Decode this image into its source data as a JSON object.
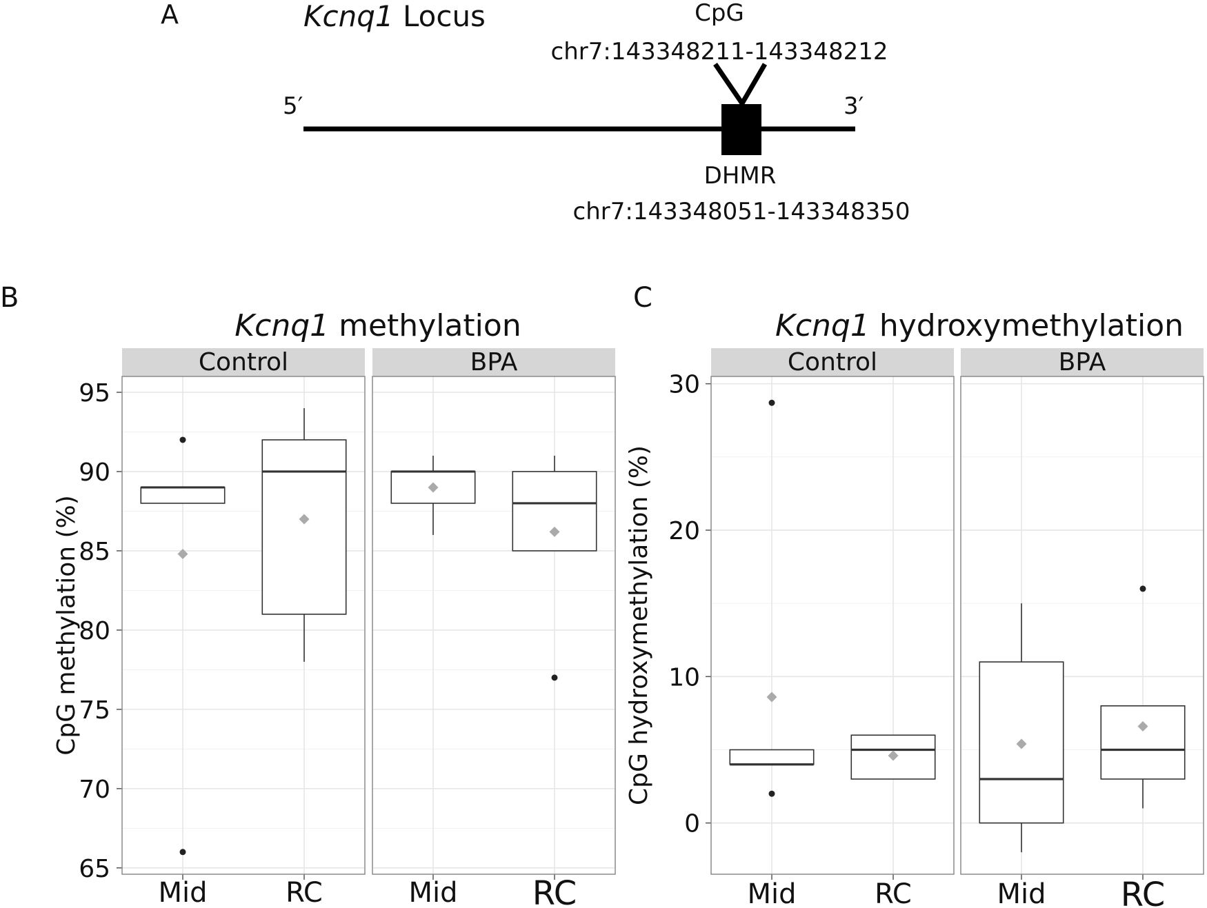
{
  "panel_a": {
    "letter": "A",
    "locus_gene": "Kcnq1",
    "locus_suffix": " Locus",
    "end5": "5′",
    "end3": "3′",
    "cpg_label": "CpG",
    "cpg_coords": "chr7:143348211-143348212",
    "dhmr_label": "DHMR",
    "dhmr_coords": "chr7:143348051-143348350"
  },
  "panel_b": {
    "letter": "B"
  },
  "panel_c": {
    "letter": "C"
  },
  "chart_data": [
    {
      "type": "boxplot",
      "title_italic": "Kcnq1",
      "title_rest": " methylation",
      "ylabel": "CpG methylation (%)",
      "ylim": [
        64.6,
        96.0
      ],
      "yticks": [
        65,
        70,
        75,
        80,
        85,
        90,
        95
      ],
      "grid": true,
      "facets": [
        {
          "name": "Control",
          "groups": [
            {
              "category": "Mid",
              "q1": 88,
              "median": 89,
              "q3": 89,
              "whisker_low": 88,
              "whisker_high": 89,
              "mean": 84.8,
              "outliers": [
                92,
                66
              ]
            },
            {
              "category": "RC",
              "q1": 81,
              "median": 90,
              "q3": 92,
              "whisker_low": 78,
              "whisker_high": 94,
              "mean": 87,
              "outliers": []
            }
          ]
        },
        {
          "name": "BPA",
          "groups": [
            {
              "category": "Mid",
              "q1": 88,
              "median": 90,
              "q3": 90,
              "whisker_low": 86,
              "whisker_high": 91,
              "mean": 89,
              "outliers": []
            },
            {
              "category": "RC",
              "q1": 85,
              "median": 88,
              "q3": 90,
              "whisker_low": 85,
              "whisker_high": 91,
              "mean": 86.2,
              "outliers": [
                77
              ]
            }
          ]
        }
      ]
    },
    {
      "type": "boxplot",
      "title_italic": "Kcnq1",
      "title_rest": " hydroxymethylation",
      "ylabel": "CpG hydroxymethylation (%)",
      "ylim": [
        -3.5,
        30.5
      ],
      "yticks": [
        0,
        10,
        20,
        30
      ],
      "grid": true,
      "facets": [
        {
          "name": "Control",
          "groups": [
            {
              "category": "Mid",
              "q1": 4,
              "median": 4,
              "q3": 5,
              "whisker_low": 4,
              "whisker_high": 5,
              "mean": 8.6,
              "outliers": [
                28.7,
                2
              ]
            },
            {
              "category": "RC",
              "q1": 3,
              "median": 5,
              "q3": 6,
              "whisker_low": 3,
              "whisker_high": 6,
              "mean": 4.6,
              "outliers": []
            }
          ]
        },
        {
          "name": "BPA",
          "groups": [
            {
              "category": "Mid",
              "q1": 0,
              "median": 3,
              "q3": 11,
              "whisker_low": -2,
              "whisker_high": 15,
              "mean": 5.4,
              "outliers": []
            },
            {
              "category": "RC",
              "q1": 3,
              "median": 5,
              "q3": 8,
              "whisker_low": 1,
              "whisker_high": 8,
              "mean": 6.6,
              "outliers": [
                16
              ]
            }
          ]
        }
      ]
    }
  ]
}
